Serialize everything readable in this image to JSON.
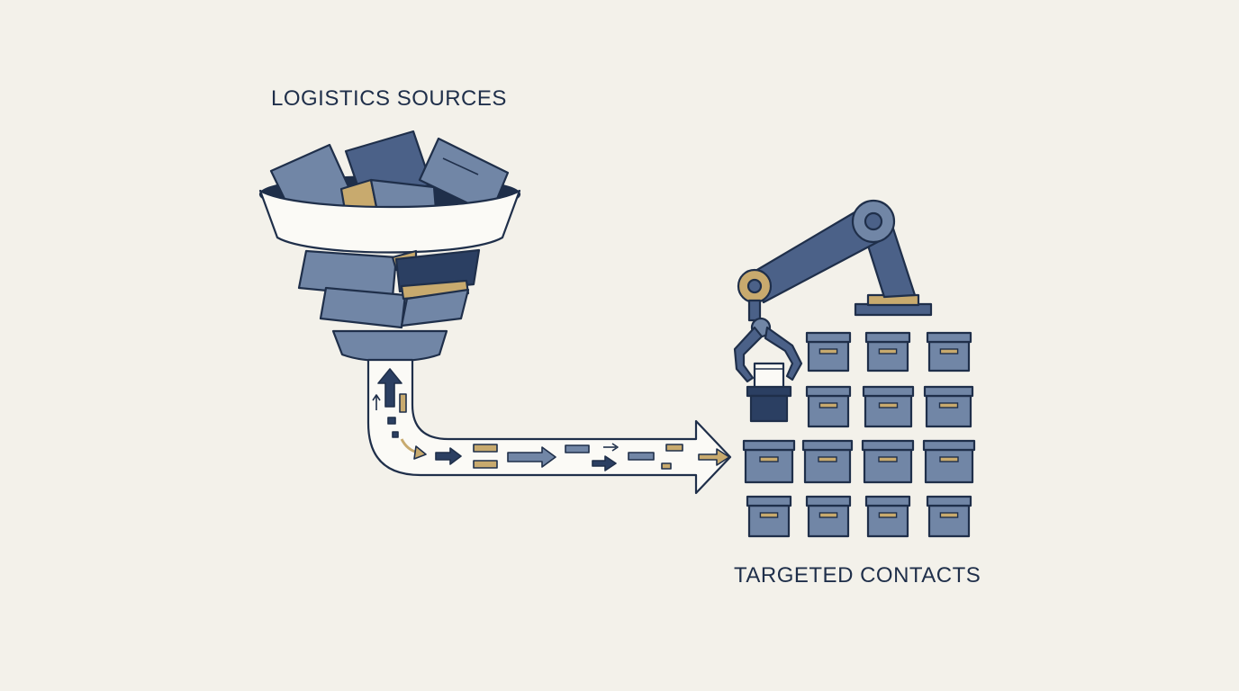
{
  "labels": {
    "sources": "LOGISTICS SOURCES",
    "contacts": "TARGETED CONTACTS"
  },
  "colors": {
    "background": "#f3f1ea",
    "outline": "#1f2f4a",
    "box_fill": "#7186a6",
    "box_dark": "#2b3f62",
    "box_gold": "#c8aa6e",
    "pipe_fill": "#fbfaf6"
  },
  "icons": {
    "funnel": "funnel-icon",
    "conveyor": "arrow-pipe-icon",
    "robot_arm": "robotic-arm-icon",
    "storage_box": "box-icon"
  },
  "storage_grid": {
    "rows": 4,
    "columns": 4,
    "occupied_by_arm": 1
  }
}
